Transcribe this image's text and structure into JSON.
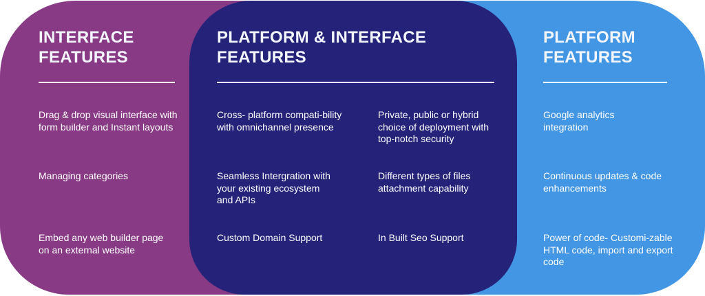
{
  "columns": [
    {
      "title_line1": "INTERFACE",
      "title_line2": "FEATURES",
      "items": [
        "Drag & drop visual interface with form builder and Instant layouts",
        "Managing categories",
        "Embed any web builder page on an external website"
      ]
    },
    {
      "title_line1": "PLATFORM & INTERFACE",
      "title_line2": "FEATURES",
      "items_left": [
        "Cross- platform compati-bility with omnichannel presence",
        "Seamless Intergration with your existing ecosystem and APIs",
        "Custom Domain Support"
      ],
      "items_right": [
        "Private, public or hybrid choice of deployment with top-notch security",
        "Different types of files attachment capability",
        "In Built Seo Support"
      ]
    },
    {
      "title_line1": "PLATFORM",
      "title_line2": "FEATURES",
      "items": [
        "Google analytics integration",
        "Continuous updates & code enhancements",
        "Power of code- Customi-zable HTML code, import and export code"
      ]
    }
  ],
  "colors": {
    "interface": "#883a85",
    "platform_interface": "#25227a",
    "platform": "#4396e3"
  }
}
